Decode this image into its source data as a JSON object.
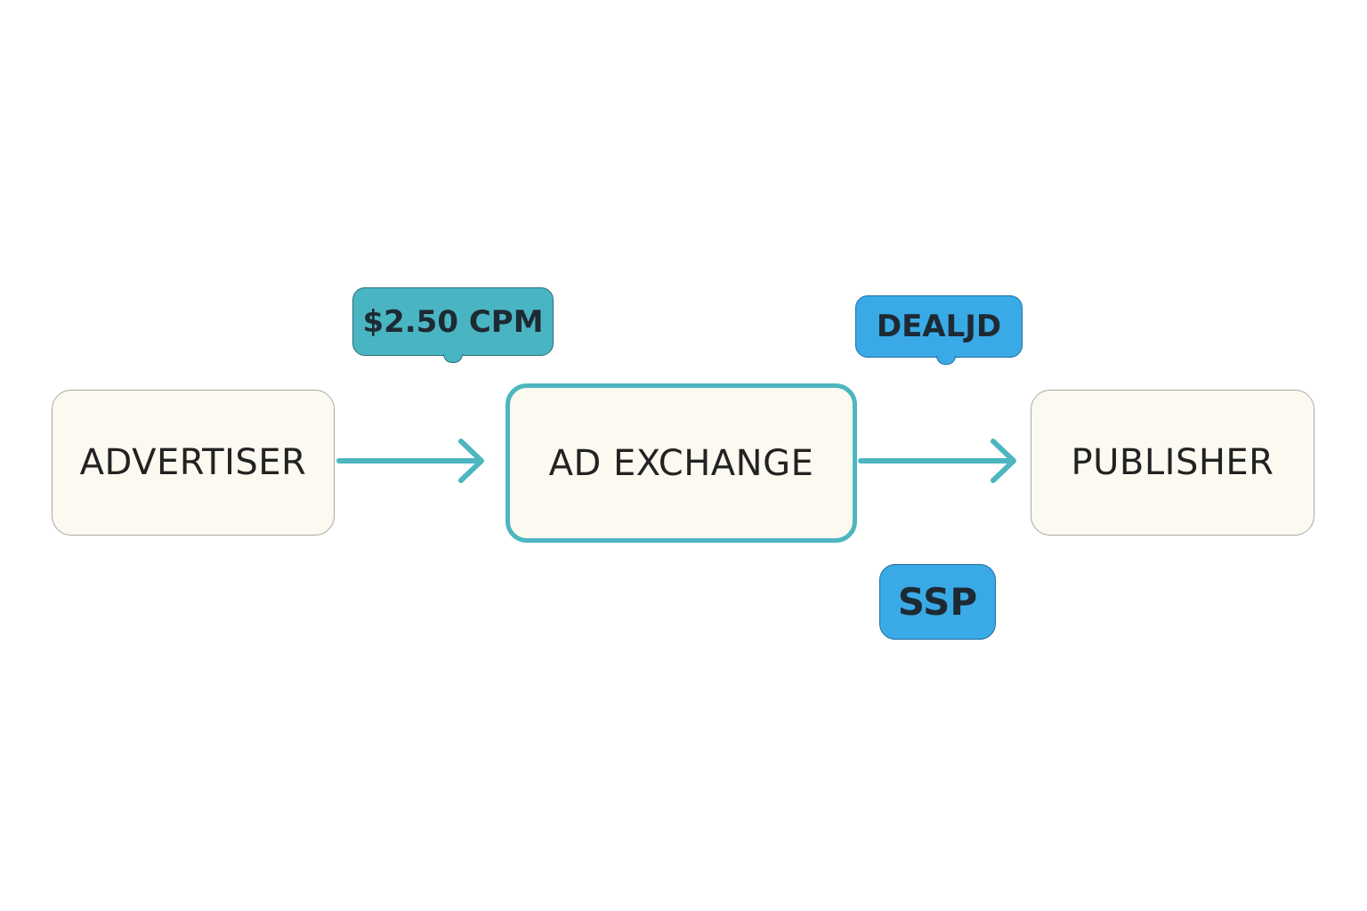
{
  "nodes": {
    "advertiser": "ADVERTISER",
    "exchange": "AD EXCHANGE",
    "publisher": "PUBLISHER"
  },
  "tags": {
    "cpm": "$2.50 CPM",
    "deal": "DEALJD",
    "ssp": "SSP"
  },
  "colors": {
    "node_fill": "#fbf9f0",
    "node_border": "#a9a9a4",
    "highlight_border": "#4db6c0",
    "arrow": "#4db6c0",
    "cpm_tag": "#4ab5c2",
    "deal_tag": "#3aaae6",
    "ssp_tag": "#3aaae6",
    "text": "#222222"
  },
  "edges": [
    {
      "from": "advertiser",
      "to": "exchange"
    },
    {
      "from": "exchange",
      "to": "publisher"
    }
  ]
}
